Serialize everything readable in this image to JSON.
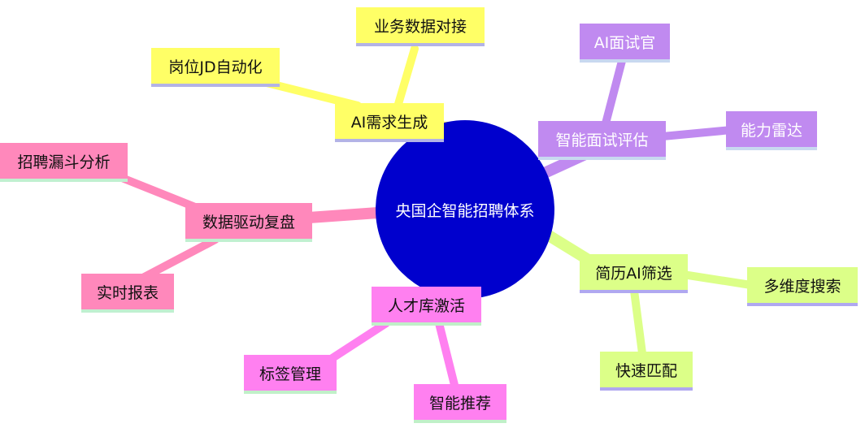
{
  "center": {
    "label": "央国企智能招聘体系",
    "color": "#0000cd"
  },
  "branches": {
    "ai_demand": {
      "label": "AI需求生成",
      "color": "#ffff66",
      "children": [
        "岗位JD自动化",
        "业务数据对接"
      ]
    },
    "interview": {
      "label": "智能面试评估",
      "color": "#c08af0",
      "children": [
        "AI面试官",
        "能力雷达"
      ]
    },
    "review": {
      "label": "数据驱动复盘",
      "color": "#ff88bb",
      "children": [
        "招聘漏斗分析",
        "实时报表"
      ]
    },
    "screening": {
      "label": "简历AI筛选",
      "color": "#dcff88",
      "children": [
        "多维度搜索",
        "快速匹配"
      ]
    },
    "talent_pool": {
      "label": "人才库激活",
      "color": "#ff80f0",
      "children": [
        "标签管理",
        "智能推荐"
      ]
    }
  }
}
